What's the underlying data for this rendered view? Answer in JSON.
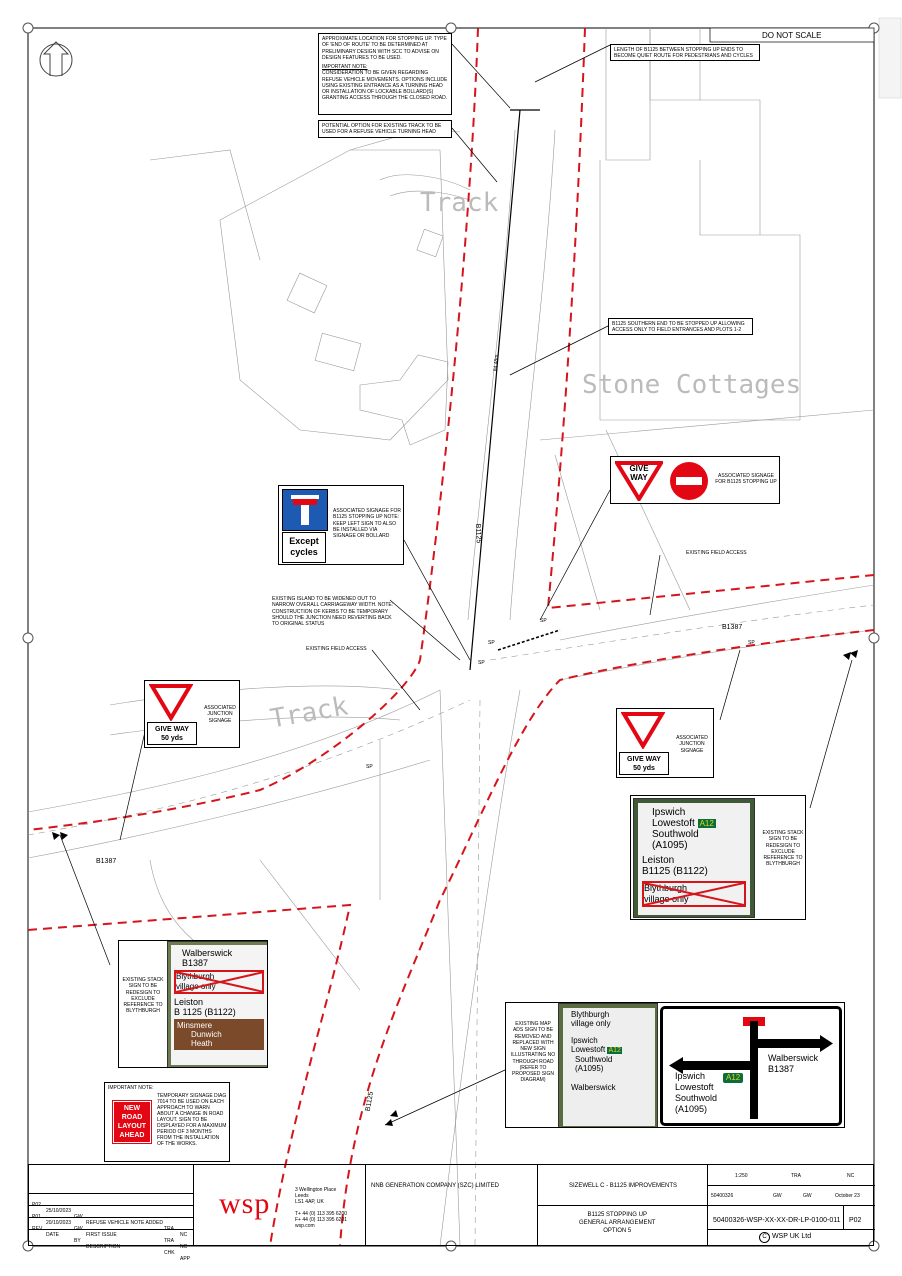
{
  "sheet": {
    "do_not_scale": "DO NOT SCALE"
  },
  "callouts": {
    "stop_location": {
      "text": "APPROXIMATE LOCATION FOR STOPPING UP. TYPE OF 'END OF ROUTE' TO BE DETERMINED AT PRELIMINARY DESIGN WITH SCC TO ADVISE ON DESIGN FEATURES TO BE USED.",
      "note_heading": "IMPORTANT NOTE:",
      "note_text": "CONSIDERATION TO BE GIVEN REGARDING REFUSE VEHICLE MOVEMENTS. OPTIONS INCLUDE USING EXISTING ENTRANCE AS A TURNING HEAD OR INSTALLATION OF LOCKABLE BOLLARD(S) GRANTING ACCESS THROUGH THE CLOSED ROAD."
    },
    "turning_head": "POTENTIAL OPTION FOR EXISTING TRACK TO BE USED FOR A REFUSE VEHICLE TURNING HEAD",
    "quiet_route": "LENGTH OF B1125 BETWEEN STOPPING UP ENDS TO BECOME QUIET ROUTE FOR PEDESTRIANS AND CYCLES",
    "southern_end": "B1125 SOUTHERN END TO BE STOPPED UP ALLOWING ACCESS ONLY TO FIELD ENTRANCES AND PLOTS 1-2",
    "island": "EXISTING ISLAND TO BE WIDENED OUT TO NARROW OVERALL CARRIAGEWAY WIDTH. NOTE: CONSTRUCTION OF KERBS TO BE TEMPORARY SHOULD THE JUNCTION NEED REVERTING BACK TO ORIGINAL STATUS",
    "field_access_west": "EXISTING FIELD ACCESS",
    "field_access_east": "EXISTING FIELD ACCESS",
    "temp_signage_heading": "IMPORTANT NOTE:",
    "temp_signage_text": "TEMPORARY SIGNAGE DIAG 7014 TO BE USED ON EACH APPROACH TO WARN ABOUT A CHANGE IN ROAD LAYOUT. SIGN TO BE DISPLAYED FOR A MAXIMUM PERIOD OF 3 MONTHS FROM THE INSTALLATION OF THE WORKS."
  },
  "signs": {
    "dead_end_caption": "ASSOCIATED SIGNAGE FOR B1125 STOPPING UP NOTE: KEEP LEFT SIGN TO ALSO BE INSTALLED VIA SIGNAGE OR BOLLARD",
    "except_line1": "Except",
    "except_line2": "cycles",
    "giveway_nte_caption": "ASSOCIATED SIGNAGE FOR B1125 STOPPING UP",
    "give": "GIVE",
    "way": "WAY",
    "junction_caption_west": "ASSOCIATED JUNCTION SIGNAGE",
    "junction_caption_east": "ASSOCIATED JUNCTION SIGNAGE",
    "giveway_plate": "GIVE WAY",
    "yds": "50 yds",
    "new_road_line1": "NEW",
    "new_road_line2": "ROAD",
    "new_road_line3": "LAYOUT",
    "new_road_line4": "AHEAD"
  },
  "stack_east": {
    "caption": "EXISTING STACK SIGN TO BE REDESIGN TO EXCLUDE REFERENCE TO BLYTHBURGH",
    "l1": "Ipswich",
    "l2": "Lowestoft",
    "badge": "A12",
    "l3": "Southwold",
    "l4": "(A1095)",
    "l5": "Leiston",
    "l6": "B1125 (B1122)",
    "l7": "Blythburgh",
    "l8": "village only"
  },
  "stack_west": {
    "caption": "EXISTING STACK SIGN TO BE REDESIGN TO EXCLUDE REFERENCE TO BLYTHBURGH",
    "l1": "Walberswick",
    "l2": "B1387",
    "l3": "Blythburgh",
    "l4": "village only",
    "l5": "Leiston",
    "l6": "B 1125 (B1122)",
    "l7": "Minsmere",
    "l8": "Dunwich",
    "l9": "Heath"
  },
  "map_sign": {
    "caption": "EXISTING MAP ADS SIGN TO BE REMOVED AND REPLACED WITH NEW SIGN ILLUSTRATING NO THROUGH ROAD (REFER TO PROPOSED SIGN DIAGRAM)",
    "p1": "Blythburgh",
    "p2": "village only",
    "p3": "Ipswich",
    "p4": "Lowestoft",
    "p5": "A12",
    "p6": "Southwold",
    "p7": "(A1095)",
    "p8": "Walberswick",
    "n_left1": "Ipswich",
    "n_left2": "Lowestoft",
    "n_left3": "Southwold",
    "n_left4": "(A1095)",
    "n_badge": "A12",
    "n_right1": "Walberswick",
    "n_right2": "B1387"
  },
  "labels": {
    "road_b1387_east": "B1387",
    "road_b1387_west": "B1387",
    "road_b1125_north": "B1125",
    "road_b1125_south": "B1125",
    "chainage": "84.48m",
    "track_north": "Track",
    "track_south": "Track",
    "stone_cottages": "Stone Cottages",
    "sp1": "SP",
    "sp2": "SP",
    "sp3": "SP",
    "sp4": "SP",
    "sp5": "SP"
  },
  "title_block": {
    "revisions": [
      {
        "rev": "P02",
        "date": "25/10/2023",
        "by": "GW",
        "desc": "REFUSE VEHICLE NOTE ADDED",
        "chk": "TRA",
        "app": "NC"
      },
      {
        "rev": "P01",
        "date": "20/10/2023",
        "by": "GW",
        "desc": "FIRST ISSUE",
        "chk": "TRA",
        "app": "NC"
      }
    ],
    "rev_header": {
      "rev": "REV",
      "date": "DATE",
      "by": "BY",
      "desc": "DESCRIPTION",
      "chk": "CHK",
      "app": "APP"
    },
    "company_logo": "wsp",
    "address": "3 Wellington Place\nLeeds\nLS1 4AP, UK\n\nT+ 44 (0) 113 395 6200\nF+ 44 (0) 113 395 6201\nwsp.com",
    "client": "NNB GENERATION COMPANY (SZC) LIMITED",
    "project": "SIZEWELL C - B1125 IMPROVEMENTS",
    "title": "B1125 STOPPING UP\nGENERAL ARRANGEMENT\nOPTION 5",
    "scale": "1:250",
    "checked": "TRA",
    "approved": "NC",
    "job_no": "50400326",
    "drawn": "GW",
    "designed": "GW",
    "date": "October 23",
    "drawing_no": "50400326-WSP-XX-XX-DR-LP-0100-011",
    "revision": "P02",
    "copyright": "WSP UK Ltd",
    "copyright_mark": "C"
  },
  "colors": {
    "red_line": "#d6151b",
    "sign_red": "#e30613",
    "sign_blue": "#1c5bb1",
    "badge_yellow": "#e5d31a",
    "badge_green": "#0a6e3a",
    "map_bg": "#e8e8e8"
  }
}
